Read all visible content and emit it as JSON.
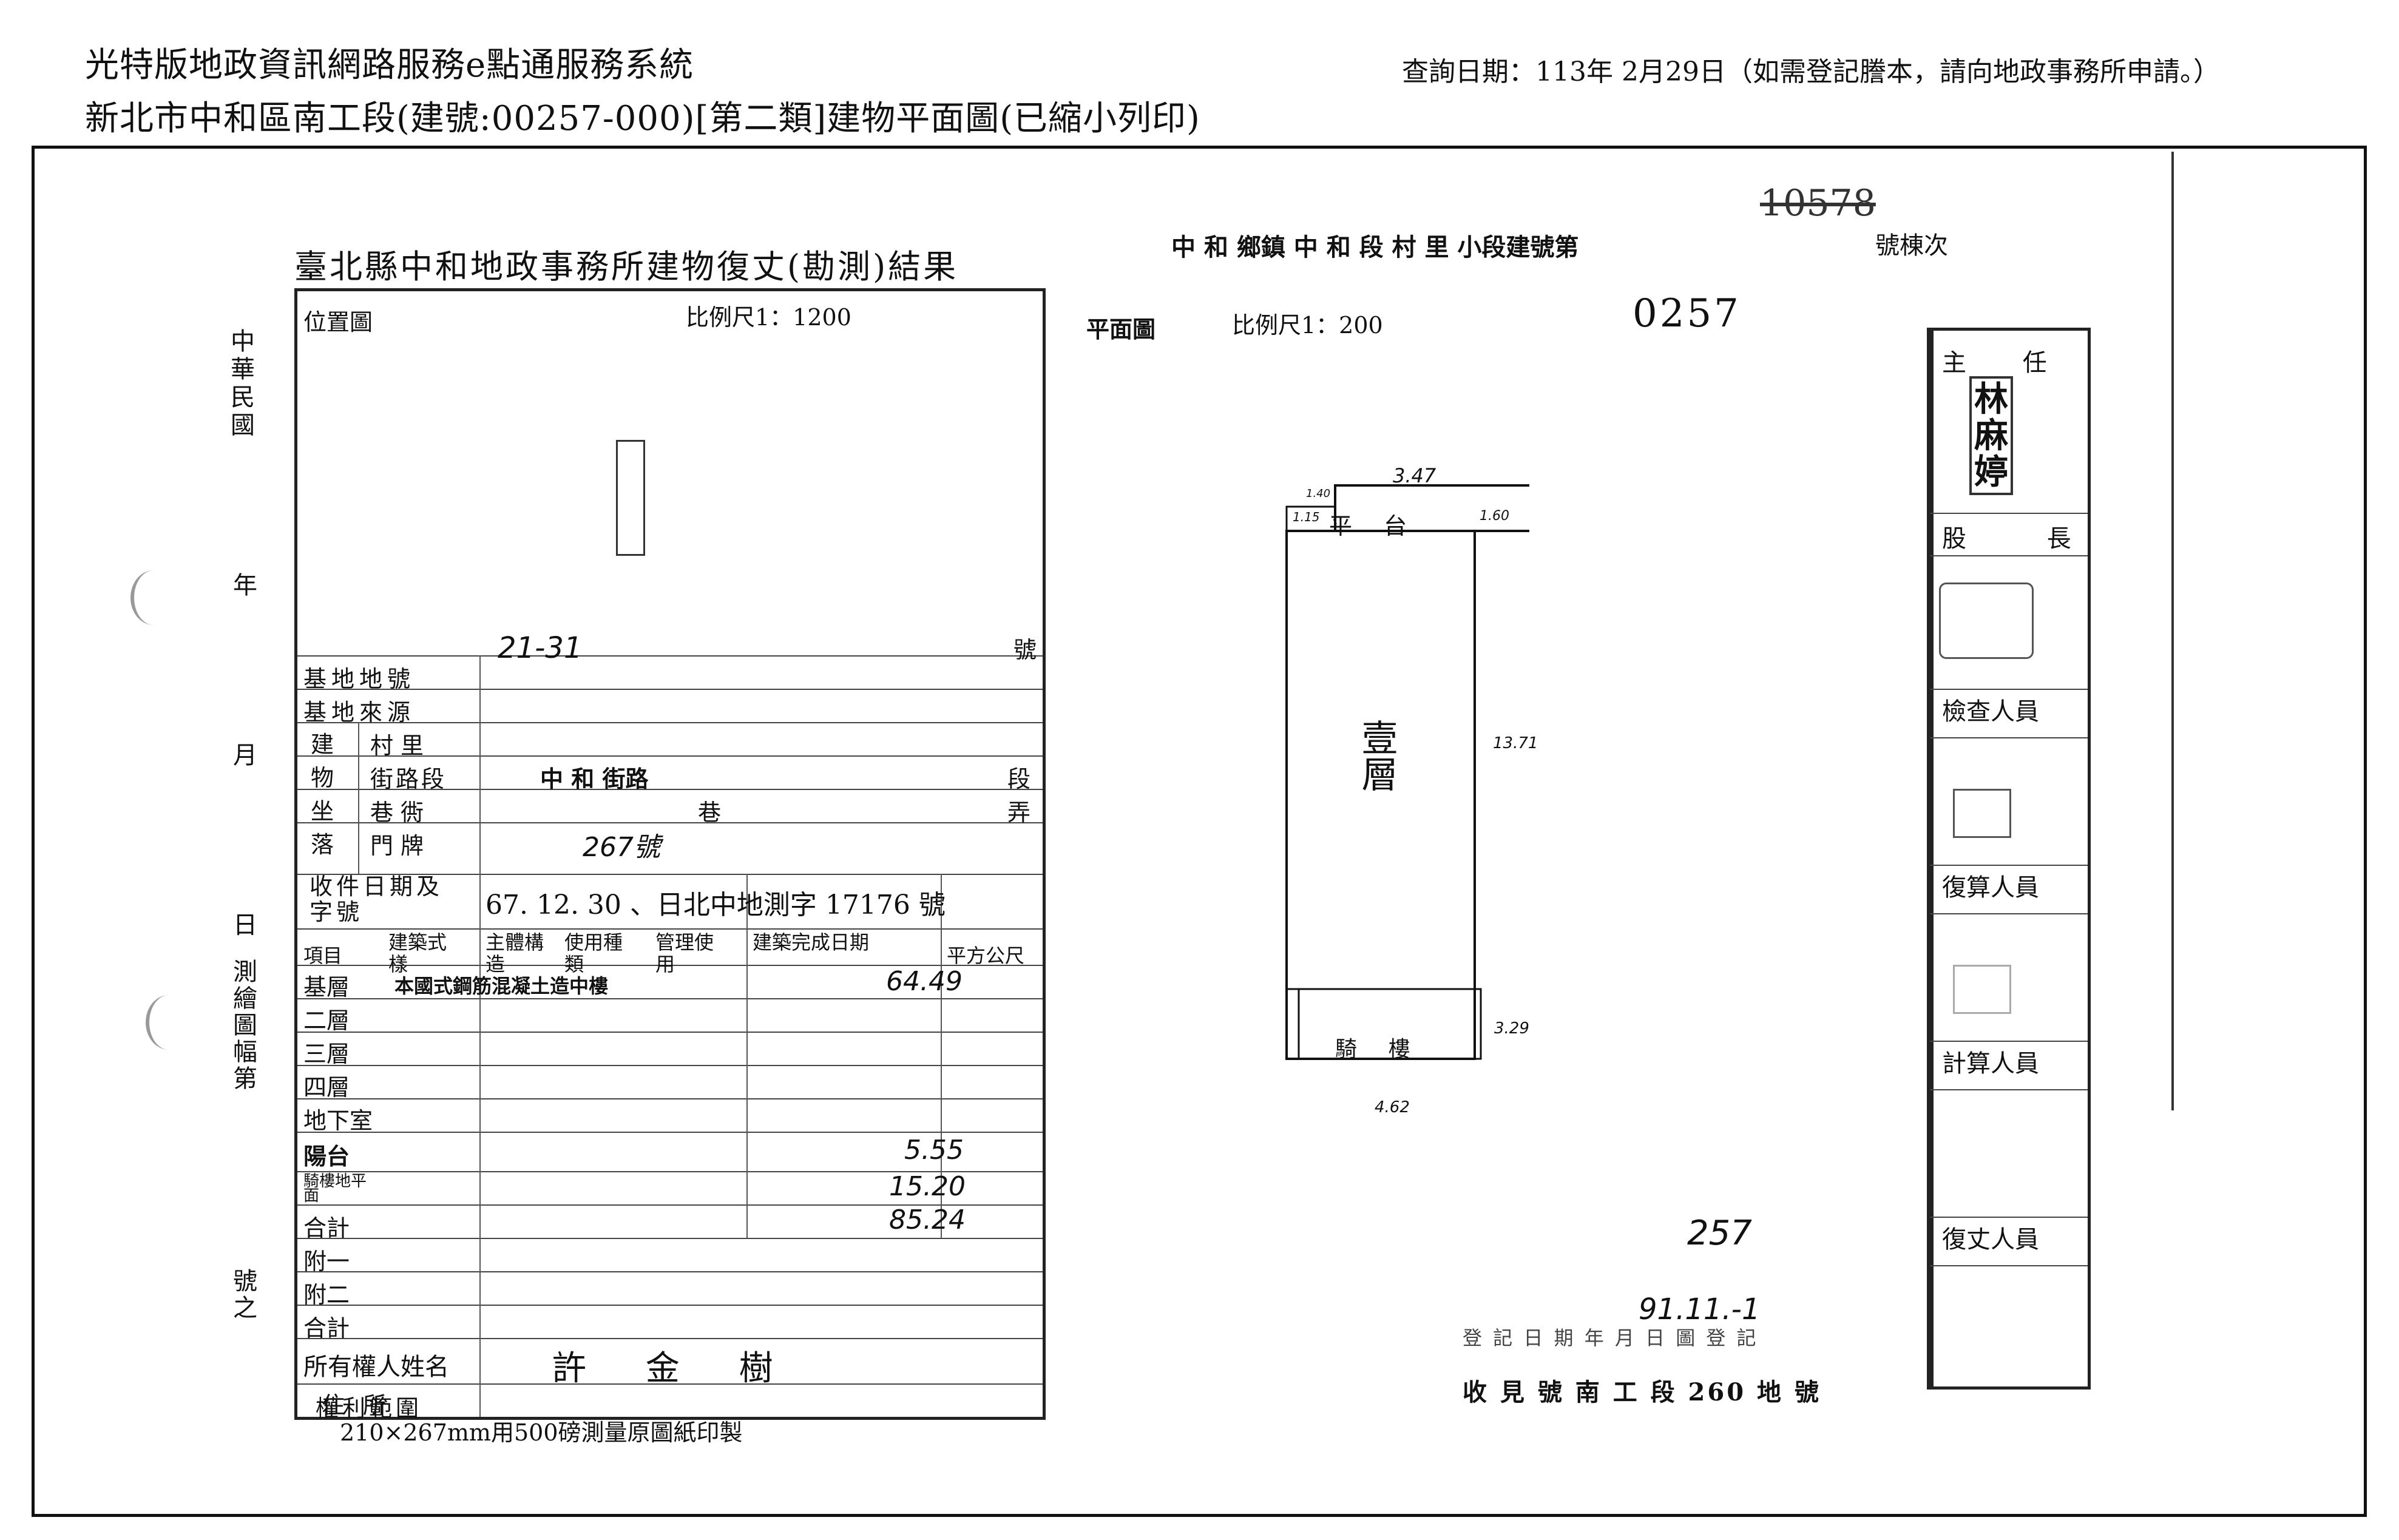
{
  "header": {
    "system_title": "光特版地政資訊網路服務e點通服務系統",
    "doc_title": "新北市中和區南工段(建號:00257-000)[第二類]建物平面圖(已縮小列印)",
    "query_date": "查詢日期：113年 2月29日（如需登記謄本，請向地政事務所申請。）"
  },
  "form": {
    "title": "臺北縣中和地政事務所建物復丈(勘測)結果",
    "location_map_label": "位置圖",
    "location_scale": "比例尺1：1200",
    "left_margin": {
      "roc": "中華民國",
      "year": "年",
      "month": "月",
      "day": "日",
      "sheet": "測繪圖幅第",
      "no": "號之"
    },
    "rows": {
      "lot_no_label": "基地地號",
      "lot_no_value": "21-31",
      "lot_no_suffix": "號",
      "lot_src_label": "基地來源",
      "bldg_label": "建物坐落",
      "village_label": "村里",
      "street_label": "街路段",
      "street_value": "中 和 街路",
      "street_suffix": "段",
      "lane_label": "巷衖",
      "lane_value": "巷",
      "lane_suffix": "弄",
      "door_label": "門牌",
      "door_value": "267號",
      "recv_label": "收件日期及字號",
      "recv_value": "67. 12. 30 、日北中地測字 17176 號"
    },
    "table_headers": [
      "項目",
      "建築式樣",
      "主體構造",
      "使用種類",
      "管理使用",
      "建築完成日期",
      "平方公尺"
    ],
    "floors": [
      {
        "label": "基層",
        "detail": "本國式鋼筋混凝土造中樓",
        "area": "64.49"
      },
      {
        "label": "二層",
        "detail": "",
        "area": ""
      },
      {
        "label": "三層",
        "detail": "",
        "area": ""
      },
      {
        "label": "四層",
        "detail": "",
        "area": ""
      },
      {
        "label": "地下室",
        "detail": "",
        "area": ""
      },
      {
        "label": "陽台",
        "detail": "",
        "area": "5.55"
      },
      {
        "label": "騎樓地平面",
        "detail": "",
        "area": "15.20"
      },
      {
        "label": "合計",
        "detail": "",
        "area": "85.24"
      },
      {
        "label": "附一",
        "detail": "",
        "area": ""
      },
      {
        "label": "附二",
        "detail": "",
        "area": ""
      },
      {
        "label": "合計",
        "detail": "",
        "area": ""
      }
    ],
    "owner_label": "所有權人姓名",
    "owner_value": "許 金 樹",
    "address_label": "住所",
    "rights_label": "權利範圍",
    "footer": "210×267mm用500磅測量原圖紙印製"
  },
  "plan": {
    "struck_no": "10578",
    "title_line": "中 和 鄉鎮 中 和 段 村 里 小段建號第",
    "title_suffix": "號棟次",
    "plan_label": "平面圖",
    "plan_scale": "比例尺1：200",
    "bldg_no": "0257",
    "dims": {
      "top": "3.47",
      "small_left": "1.40",
      "right_top": "1.60",
      "side_left": "1.15",
      "main_right": "13.71",
      "lower_right": "3.29",
      "bottom": "4.62"
    },
    "room_balcony": "平 台",
    "room_main": "壹層",
    "room_arcade": "騎 樓",
    "note_257": "257",
    "note_date": "91.11.-1",
    "note_line1": "登 記 日 期 年 月 日 圖 登 記",
    "note_line2": "收 見 號 南 工 段 260 地 號"
  },
  "approvals": {
    "chief": "主 任",
    "chief_sig": "林 麻 婷",
    "section_head": "股 長",
    "inspector": "檢查人員",
    "recompute": "復算人員",
    "compute": "計算人員",
    "surveyor": "復丈人員"
  }
}
